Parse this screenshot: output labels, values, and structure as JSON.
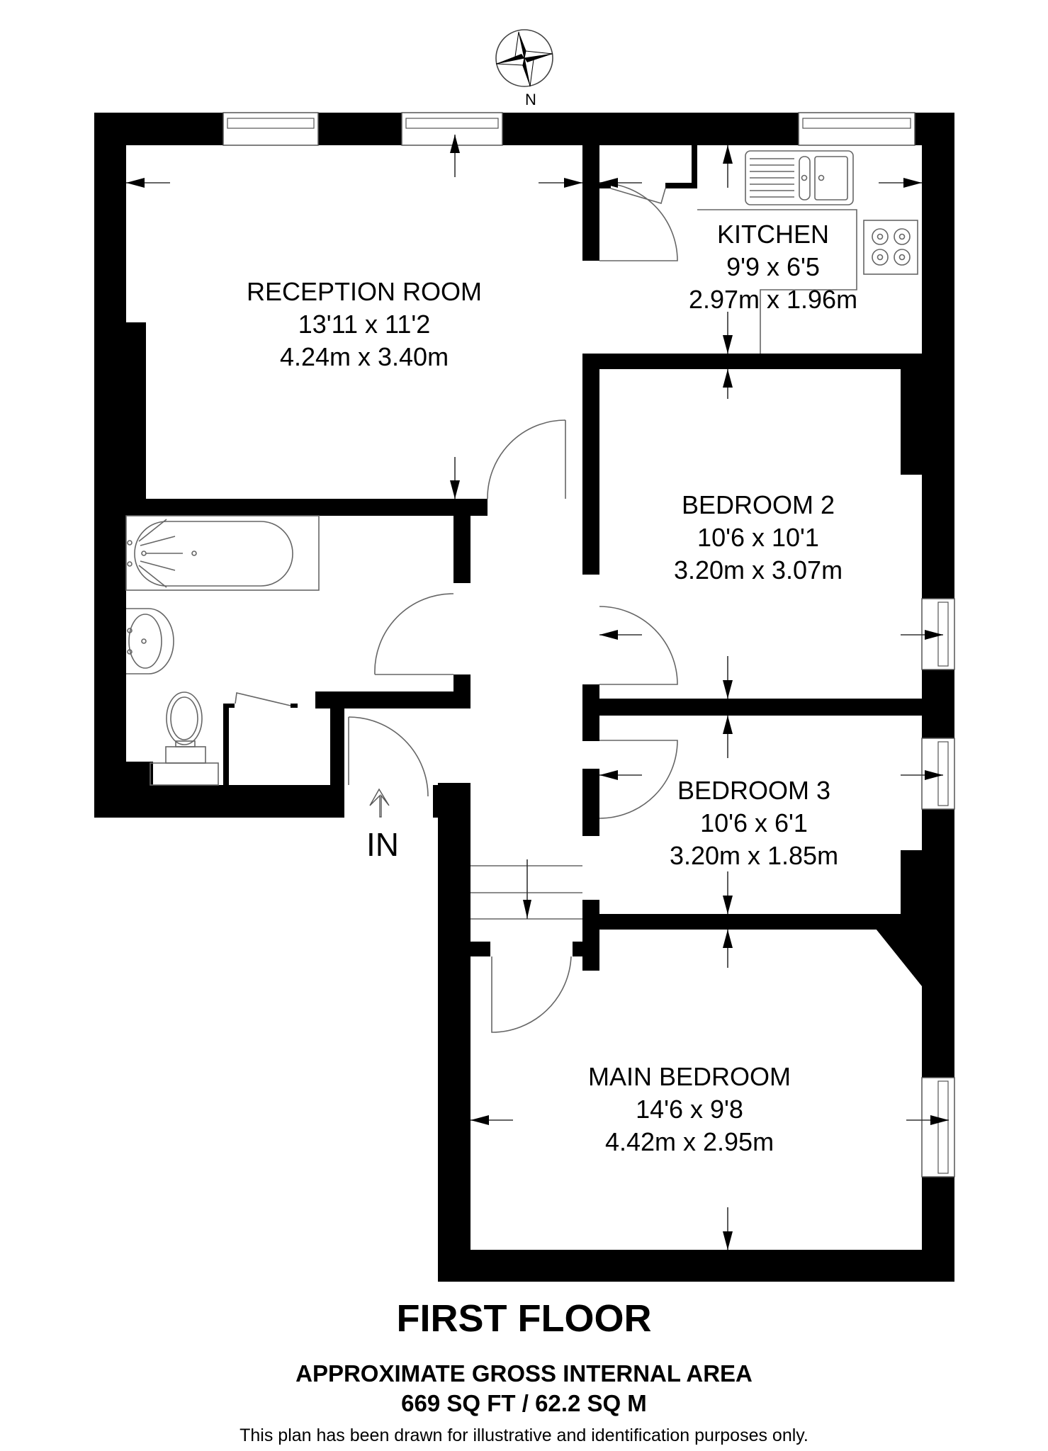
{
  "compass": {
    "label": "N"
  },
  "rooms": {
    "reception": {
      "name": "RECEPTION ROOM",
      "imperial": "13'11 x 11'2",
      "metric": "4.24m x 3.40m"
    },
    "kitchen": {
      "name": "KITCHEN",
      "imperial": "9'9 x 6'5",
      "metric": "2.97m x 1.96m"
    },
    "bedroom2": {
      "name": "BEDROOM 2",
      "imperial": "10'6 x 10'1",
      "metric": "3.20m x 3.07m"
    },
    "bedroom3": {
      "name": "BEDROOM 3",
      "imperial": "10'6 x 6'1",
      "metric": "3.20m x 1.85m"
    },
    "main_bedroom": {
      "name": "MAIN BEDROOM",
      "imperial": "14'6 x 9'8",
      "metric": "4.42m x 2.95m"
    }
  },
  "entrance": {
    "label": "IN"
  },
  "footer": {
    "floor": "FIRST FLOOR",
    "area_title": "APPROXIMATE GROSS INTERNAL AREA",
    "area_value": "669 SQ FT / 62.2 SQ M",
    "disclaimer": "This plan has been drawn for illustrative and identification purposes only."
  },
  "colors": {
    "wall": "#000000",
    "background": "#ffffff",
    "fixture_line": "#555555"
  }
}
